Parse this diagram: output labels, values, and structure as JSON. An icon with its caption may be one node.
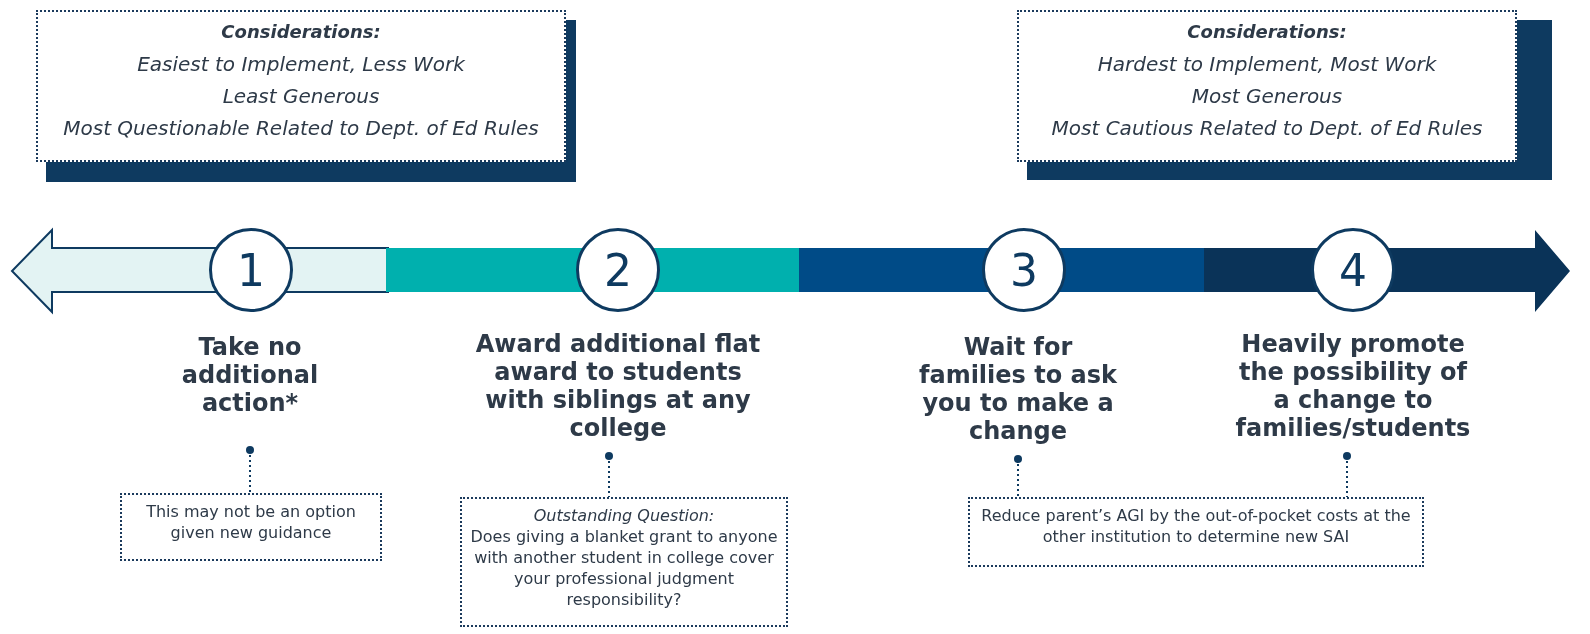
{
  "diagram": {
    "nodes": [
      {
        "text": [
          "Considerations:",
          "Easiest to Implement, Less Work",
          "Least Generous",
          "Most Questionable Related to Dept. of Ed Rules"
        ]
      },
      {
        "text": [
          "Considerations:",
          "Hardest to Implement, Most Work",
          "Most Generous",
          "Most Cautious Related to Dept. of Ed Rules"
        ]
      },
      {
        "text": [
          "1"
        ]
      },
      {
        "text": [
          "2"
        ]
      },
      {
        "text": [
          "3"
        ]
      },
      {
        "text": [
          "4"
        ]
      },
      {
        "text": [
          "Take no additional action*"
        ]
      },
      {
        "text": [
          "Award additional flat award to students with siblings at any college"
        ]
      },
      {
        "text": [
          "Wait for families to ask you to make a change"
        ]
      },
      {
        "text": [
          "Heavily promote the possibility of a change to families/students"
        ]
      },
      {
        "text": [
          "This may not be an option given new guidance"
        ]
      },
      {
        "text": [
          "Outstanding Question:",
          "Does giving a blanket grant to anyone with another student in college cover your professional judgment responsibility?"
        ]
      },
      {
        "text": [
          "Reduce parent’s AGI by the out-of-pocket costs at the other institution to determine new SAI"
        ]
      }
    ],
    "edges": [
      {
        "from": 6,
        "to": 10,
        "arrow": "other",
        "style": "dashed"
      },
      {
        "from": 7,
        "to": 11,
        "arrow": "other",
        "style": "dashed"
      },
      {
        "from": 8,
        "to": 12,
        "arrow": "other",
        "style": "dashed"
      },
      {
        "from": 9,
        "to": 12,
        "arrow": "other",
        "style": "dashed"
      }
    ]
  }
}
